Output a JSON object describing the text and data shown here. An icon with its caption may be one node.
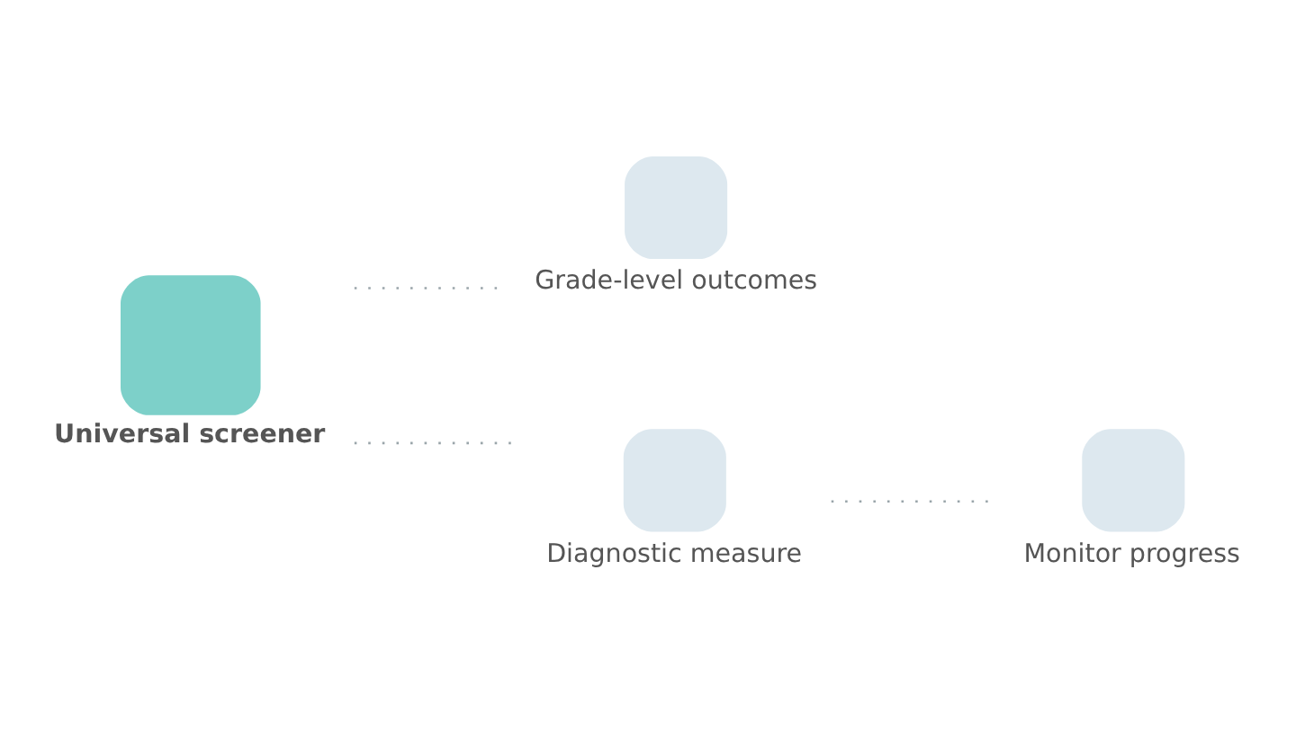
{
  "diagram": {
    "nodes": [
      {
        "text": [
          "Universal screener"
        ]
      },
      {
        "text": [
          "Grade-level outcomes"
        ]
      },
      {
        "text": [
          "Diagnostic measure"
        ]
      },
      {
        "text": [
          "Monitor progress"
        ]
      }
    ],
    "edges": [
      {
        "from": 0,
        "to": 1,
        "arrow": "none",
        "style": "dashed"
      },
      {
        "from": 0,
        "to": 2,
        "arrow": "none",
        "style": "dashed"
      },
      {
        "from": 2,
        "to": 3,
        "arrow": "none",
        "style": "dashed"
      }
    ]
  }
}
